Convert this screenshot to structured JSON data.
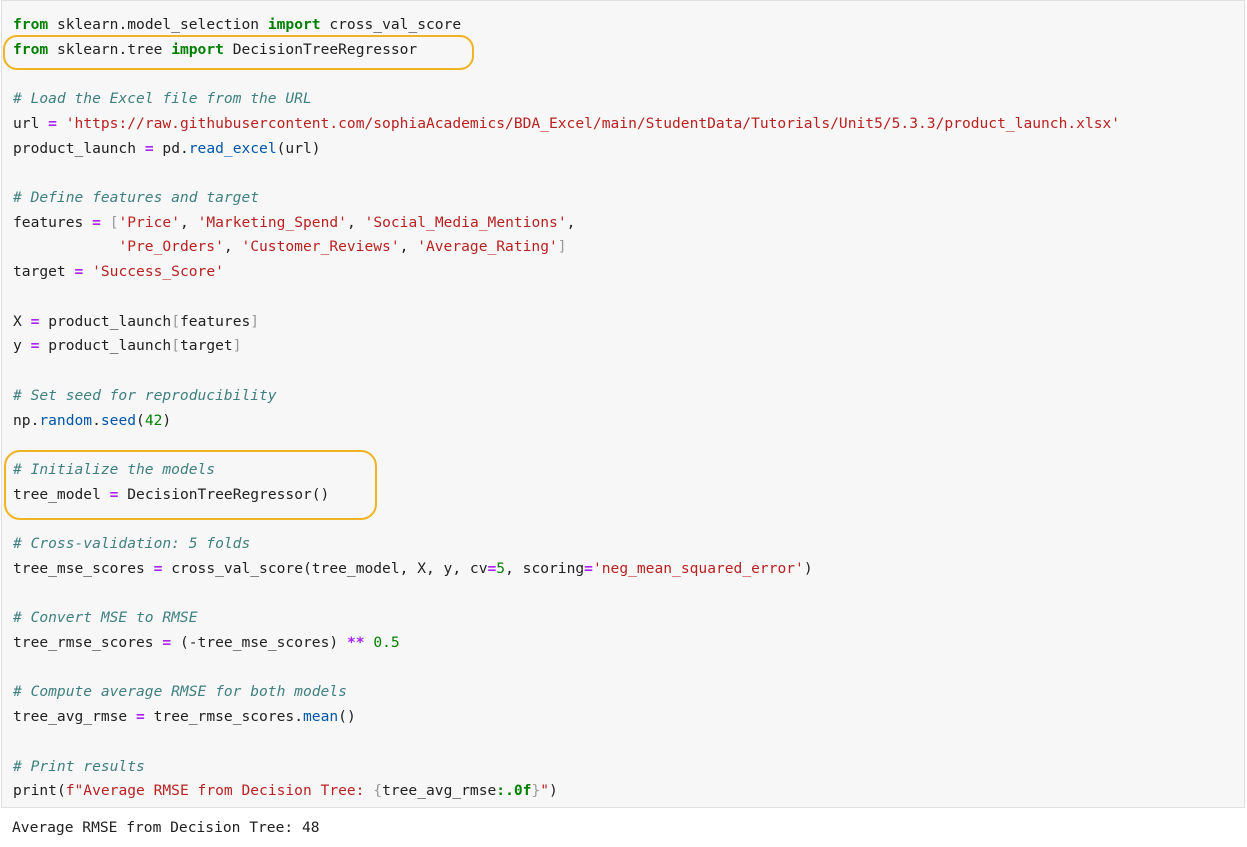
{
  "code": {
    "line1": {
      "kw1": "from",
      "mod": "sklearn.model_selection",
      "kw2": "import",
      "name": "cross_val_score"
    },
    "line2": {
      "kw1": "from",
      "mod": "sklearn.tree",
      "kw2": "import",
      "name": "DecisionTreeRegressor"
    },
    "line4": {
      "comment": "# Load the Excel file from the URL"
    },
    "line5": {
      "var": "url",
      "eq": "=",
      "str": "'https://raw.githubusercontent.com/sophiaAcademics/BDA_Excel/main/StudentData/Tutorials/Unit5/5.3.3/product_launch.xlsx'"
    },
    "line6": {
      "var": "product_launch",
      "eq": "=",
      "obj": "pd.",
      "fn": "read_excel",
      "args": "(url)"
    },
    "line8": {
      "comment": "# Define features and target"
    },
    "line9": {
      "var": "features",
      "eq": "=",
      "open": "[",
      "s1": "'Price'",
      "s2": "'Marketing_Spend'",
      "s3": "'Social_Media_Mentions'"
    },
    "line10": {
      "s4": "'Pre_Orders'",
      "s5": "'Customer_Reviews'",
      "s6": "'Average_Rating'",
      "close": "]"
    },
    "line11": {
      "var": "target",
      "eq": "=",
      "str": "'Success_Score'"
    },
    "line13": {
      "var": "X",
      "eq": "=",
      "obj": "product_launch",
      "open": "[",
      "idx": "features",
      "close": "]"
    },
    "line14": {
      "var": "y",
      "eq": "=",
      "obj": "product_launch",
      "open": "[",
      "idx": "target",
      "close": "]"
    },
    "line16": {
      "comment": "# Set seed for reproducibility"
    },
    "line17": {
      "obj": "np.",
      "fn1": "random",
      "dot": ".",
      "fn2": "seed",
      "open": "(",
      "num": "42",
      "close": ")"
    },
    "line19": {
      "comment": "# Initialize the models"
    },
    "line20": {
      "var": "tree_model",
      "eq": "=",
      "call": "DecisionTreeRegressor()"
    },
    "line22": {
      "comment": "# Cross-validation: 5 folds"
    },
    "line23": {
      "var": "tree_mse_scores",
      "eq": "=",
      "call": "cross_val_score(tree_model, X, y, cv",
      "eq2": "=",
      "num": "5",
      "mid": ", scoring",
      "eq3": "=",
      "str": "'neg_mean_squared_error'",
      "close": ")"
    },
    "line25": {
      "comment": "# Convert MSE to RMSE"
    },
    "line26": {
      "var": "tree_rmse_scores",
      "eq": "=",
      "expr": "(-tree_mse_scores)",
      "op": "**",
      "num": "0.5"
    },
    "line28": {
      "comment": "# Compute average RMSE for both models"
    },
    "line29": {
      "var": "tree_avg_rmse",
      "eq": "=",
      "obj": "tree_rmse_scores.",
      "fn": "mean",
      "args": "()"
    },
    "line31": {
      "comment": "# Print results"
    },
    "line32": {
      "fn": "print",
      "open": "(",
      "fstr": "f\"Average RMSE from Decision Tree: ",
      "brace_open": "{",
      "expr": "tree_avg_rmse",
      "fmt": ":.0f",
      "brace_close": "}",
      "fstr_end": "\"",
      "close": ")"
    }
  },
  "output": {
    "text": "Average RMSE from Decision Tree: 48"
  },
  "colors": {
    "keyword": "#008000",
    "comment": "#408080",
    "string": "#ba2121",
    "operator": "#aa22ff",
    "highlight": "#f0b323"
  }
}
